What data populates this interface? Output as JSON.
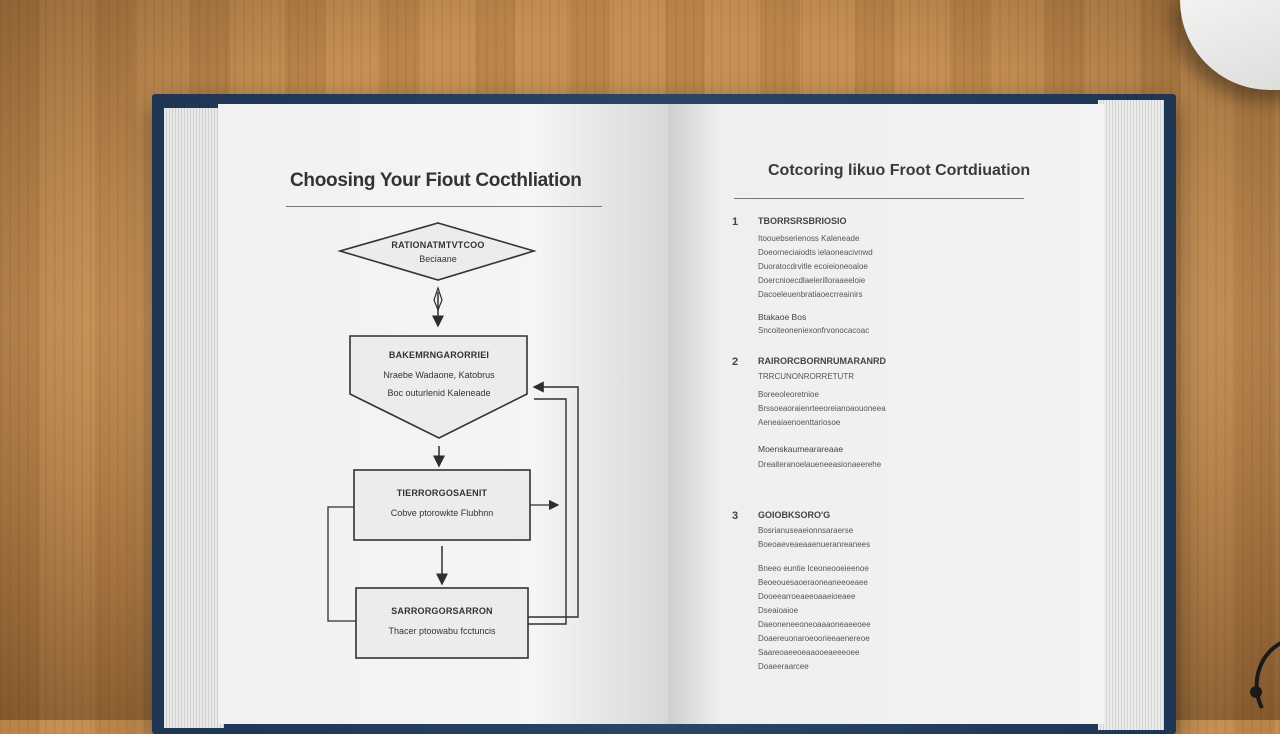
{
  "left_page": {
    "title": "Choosing Your Fiout Cocthliation",
    "flowchart": {
      "diamond": {
        "line1": "RATIONATMTVTCOO",
        "line2": "Beciaane"
      },
      "pentagon": {
        "heading": "BAKEMRNGARORRIEI",
        "line1": "Nraebe Wadaone, Katobrus",
        "line2": "Boc outurlenid Kaleneade"
      },
      "box2": {
        "heading": "TIERRORGOSAENIT",
        "line1": "Cobve ptorowkte Flubhnn"
      },
      "box3": {
        "heading": "SARRORGORSARRON",
        "line1": "Thacer ptoowabu fcctuncis"
      }
    }
  },
  "right_page": {
    "title": "Cotcoring likuo Froot Cortdiuation",
    "sections": [
      {
        "number": "1",
        "heading": "TBORRSRSBRIOSIO",
        "items": [
          "Itoouebserienoss Kaleneade",
          "Doeorneciaiodts ielaoneacivnwd",
          "Duoratocdrvitle ecoieioneoaloe",
          "Doercnioecdlaelerilloraaeeloie",
          "Dacoeleuenbratiaoecrreainirs"
        ],
        "sub_heading": "Btakaoe Bos",
        "sub_items": [
          "Sncoiteoneniexonfrvonocacoac"
        ]
      },
      {
        "number": "2",
        "heading": "RAIRORCBORNRUMARANRD",
        "items": [
          "TRRCUNONRORRETUTR",
          "Boreeoleoretnioe",
          "Brssoeaoraienrteeoreianoaouoneea",
          "Aeneaiaenoenttariosoe"
        ],
        "sub_heading": "Moenskaumearareaae",
        "sub_items": [
          "Dreaiteranoelaueneeasionaeerehe"
        ]
      },
      {
        "number": "3",
        "heading": "GOIOBKSORO'G",
        "items": [
          "Bosrianuseaeionnsaraerse",
          "Boeoaeveaeaaenueranreanees",
          "Bneeo euntie Iceoneooeieenoe",
          "Beoeouesaoeraoneaneeoeaee",
          "Dooeearroeaeeoaaeioeaee",
          "Dseaioaioe",
          "Daeoneneeoneoaaaoneaeeoee",
          "Doaereuonaroeoorieeaenereoe",
          "Saareoaeeoeaaooeaeeeoee",
          "Doaeeraarcee"
        ]
      }
    ]
  }
}
